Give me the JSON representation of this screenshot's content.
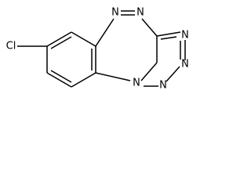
{
  "molecule": {
    "atoms": {
      "cl": "Cl",
      "n_triazine_top_left": "N",
      "n_triazine_top_right": "N",
      "n_tetrazole_right": "N",
      "n_tetrazole_bottom_right": "N",
      "n_tetrazole_bottom": "N",
      "n_bridgehead": "N"
    }
  }
}
